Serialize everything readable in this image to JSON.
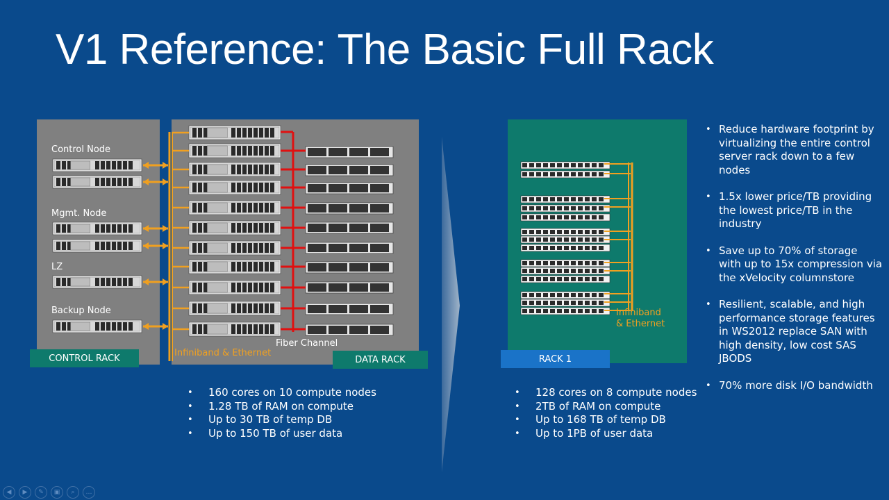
{
  "slide": {
    "title": "V1 Reference: The Basic Full Rack"
  },
  "control_rack": {
    "label": "CONTROL RACK",
    "nodes": [
      {
        "label": "Control Node"
      },
      {
        "label": "Mgmt. Node"
      },
      {
        "label": "LZ"
      },
      {
        "label": "Backup Node"
      }
    ]
  },
  "data_rack": {
    "label": "DATA RACK",
    "infiniband_label": "Infiniband & Ethernet",
    "fiber_label": "Fiber Channel"
  },
  "rack1": {
    "label": "RACK 1",
    "infiniband_label_line1": "Infiniband",
    "infiniband_label_line2": "& Ethernet"
  },
  "left_bullets": [
    "160 cores on 10 compute nodes",
    "1.28 TB of RAM on compute",
    "Up to 30 TB of temp DB",
    "Up to 150 TB of user data"
  ],
  "middle_bullets": [
    "128 cores on 8 compute nodes",
    "2TB of RAM on compute",
    "Up to 168 TB of temp DB",
    "Up to 1PB of user data"
  ],
  "right_bullets": [
    "Reduce hardware footprint by virtualizing the entire control server rack down to a few nodes",
    "1.5x lower price/TB providing the lowest price/TB in the industry",
    "Save up to 70% of storage with up to 15x compression via the xVelocity columnstore",
    "Resilient, scalable, and high performance storage features in WS2012 replace SAN with high density, low cost SAS JBODS",
    "70% more disk I/O bandwidth"
  ],
  "colors": {
    "background": "#0a4a8c",
    "rack_gray": "#808080",
    "teal": "#0e7a6c",
    "rack1_blue": "#1a73c8",
    "orange": "#f0a020",
    "red": "#e01010"
  },
  "toolbar": {
    "icons": [
      "prev-icon",
      "next-icon",
      "pen-icon",
      "slides-icon",
      "zoom-icon",
      "more-icon"
    ]
  }
}
